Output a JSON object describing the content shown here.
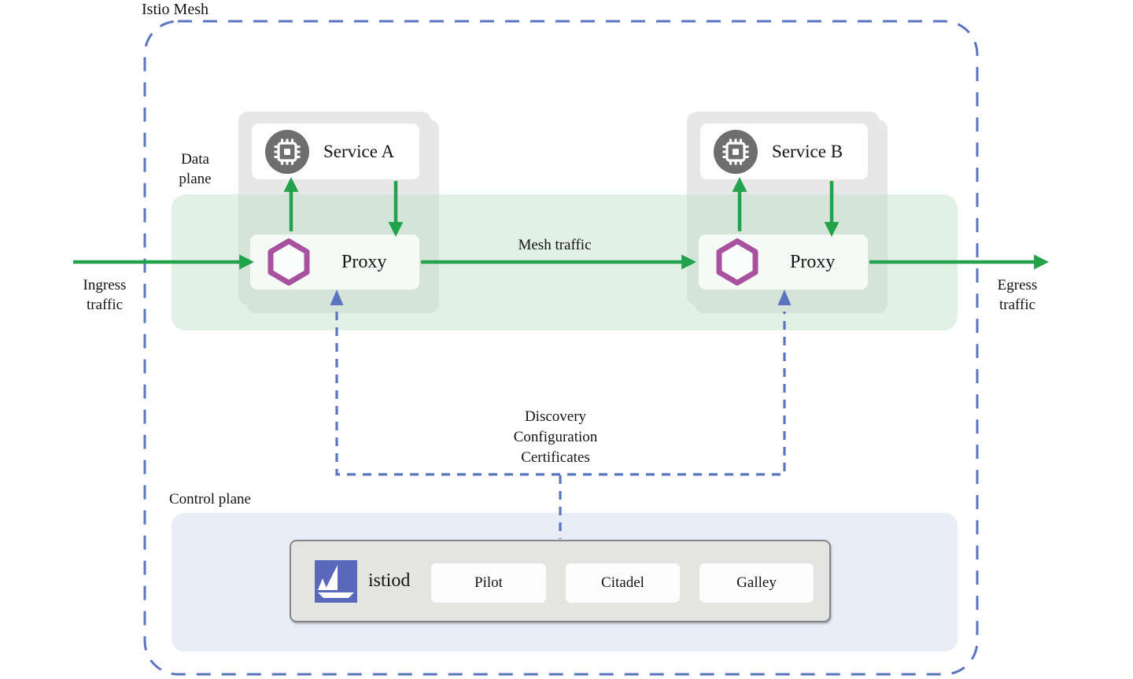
{
  "diagram_title": "Istio Mesh",
  "colors": {
    "mesh_border_blue": "#5B74C0",
    "traffic_green": "#22A24A",
    "data_plane_band_green": "#E5F1E8",
    "envoy_purple": "#A8519E",
    "service_icon_gray": "#6E6E6E",
    "istio_logo_blue": "#5A68BC",
    "control_plane_bg": "#E9EDF8",
    "card_gray": "#E7E7E7"
  },
  "labels": {
    "mesh": "Istio Mesh",
    "data_plane": "Data\nplane",
    "control_plane": "Control plane",
    "ingress": "Ingress\ntraffic",
    "egress": "Egress\ntraffic",
    "mesh_traffic": "Mesh traffic",
    "connector": "Discovery\nConfiguration\nCertificates"
  },
  "services": [
    {
      "label": "Service A",
      "proxy_label": "Proxy",
      "icon": "cpu-chip-icon",
      "proxy_icon": "envoy-hexagon-icon"
    },
    {
      "label": "Service B",
      "proxy_label": "Proxy",
      "icon": "cpu-chip-icon",
      "proxy_icon": "envoy-hexagon-icon"
    }
  ],
  "control_plane": {
    "istiod_label": "istiod",
    "logo_icon": "istio-sailboat-icon",
    "components": [
      "Pilot",
      "Citadel",
      "Galley"
    ]
  }
}
